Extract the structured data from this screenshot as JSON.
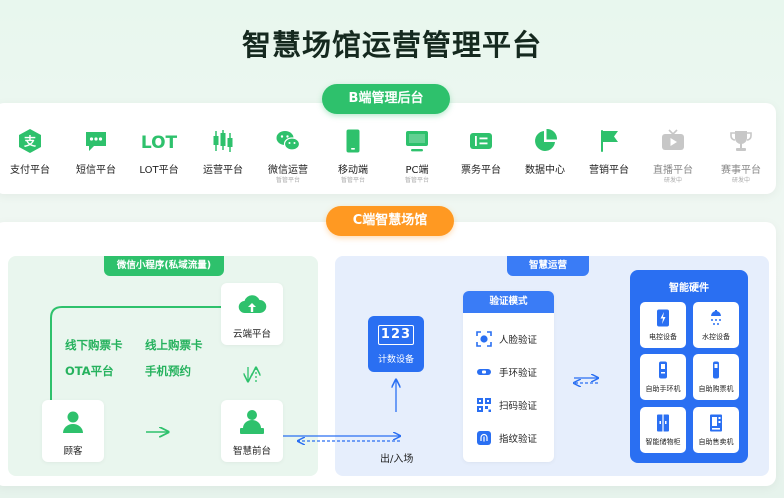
{
  "title": "智慧场馆运营管理平台",
  "b_section": {
    "label": "B端管理后台",
    "items": [
      {
        "label": "支付平台",
        "sub": "",
        "icon": "payment-icon"
      },
      {
        "label": "短信平台",
        "sub": "",
        "icon": "sms-icon"
      },
      {
        "label": "LOT平台",
        "sub": "",
        "icon": "lot-icon"
      },
      {
        "label": "运营平台",
        "sub": "",
        "icon": "operations-chart-icon"
      },
      {
        "label": "微信运营",
        "sub": "暂管平台",
        "icon": "wechat-icon"
      },
      {
        "label": "移动端",
        "sub": "暂管平台",
        "icon": "mobile-icon"
      },
      {
        "label": "PC端",
        "sub": "暂管平台",
        "icon": "pc-monitor-icon"
      },
      {
        "label": "票务平台",
        "sub": "",
        "icon": "ticket-icon"
      },
      {
        "label": "数据中心",
        "sub": "",
        "icon": "pie-chart-icon"
      },
      {
        "label": "营销平台",
        "sub": "",
        "icon": "flag-icon"
      },
      {
        "label": "直播平台",
        "sub": "研发中",
        "icon": "tv-icon"
      },
      {
        "label": "赛事平台",
        "sub": "研发中",
        "icon": "trophy-icon"
      }
    ]
  },
  "c_section": {
    "label": "C端智慧场馆",
    "left_tag": "微信小程序(私域流量)",
    "right_tag": "智慧运营",
    "cloud_label": "云端平台",
    "customer_label": "顾客",
    "front_desk_label": "智慧前台",
    "channels": [
      "线下购票卡",
      "线上购票卡",
      "OTA平台",
      "手机预约"
    ],
    "counter_digits": "123",
    "counter_label": "计数设备",
    "entry_label": "出/入场",
    "verify": {
      "title": "验证模式",
      "modes": [
        {
          "label": "人脸验证",
          "icon": "face-scan-icon"
        },
        {
          "label": "手环验证",
          "icon": "wristband-icon"
        },
        {
          "label": "扫码验证",
          "icon": "qr-code-icon"
        },
        {
          "label": "指纹验证",
          "icon": "fingerprint-icon"
        }
      ]
    },
    "hardware": {
      "title": "智能硬件",
      "items": [
        {
          "label": "电控设备",
          "icon": "electric-control-icon"
        },
        {
          "label": "水控设备",
          "icon": "water-control-icon"
        },
        {
          "label": "自助手环机",
          "icon": "wristband-machine-icon"
        },
        {
          "label": "自助购票机",
          "icon": "ticket-machine-icon"
        },
        {
          "label": "智能储物柜",
          "icon": "locker-icon"
        },
        {
          "label": "自助售卖机",
          "icon": "vending-machine-icon"
        }
      ]
    }
  },
  "colors": {
    "green": "#2ec16c",
    "orange": "#ff9922",
    "blue": "#2a6ff2",
    "grey_icon": "#c7c7c7"
  }
}
